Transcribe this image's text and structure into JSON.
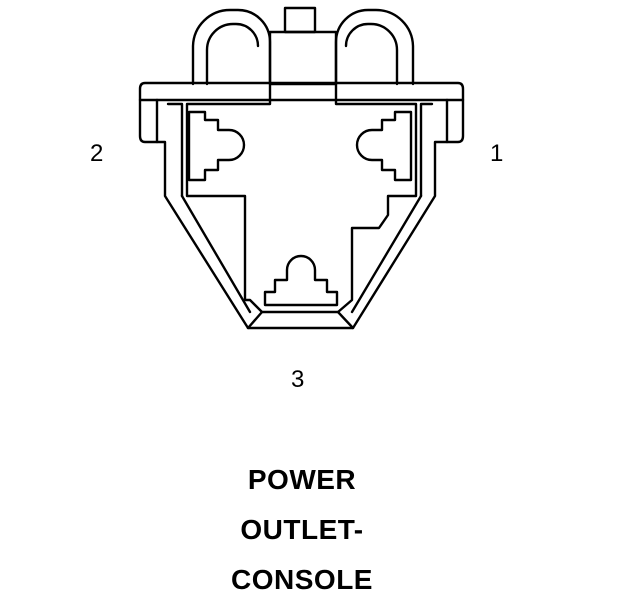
{
  "pin_labels": {
    "pin_1": "1",
    "pin_2": "2",
    "pin_3": "3"
  },
  "title": {
    "line_1": "POWER",
    "line_2": "OUTLET-",
    "line_3": "CONSOLE"
  },
  "colors": {
    "stroke": "#000000",
    "background": "#ffffff"
  }
}
